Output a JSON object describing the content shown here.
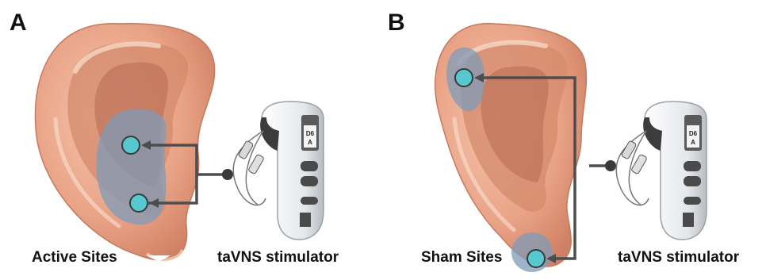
{
  "panel_a": {
    "letter": "A",
    "sites_label": "Active Sites",
    "device_label": "taVNS stimulator",
    "device_screen": [
      "D6",
      "A"
    ]
  },
  "panel_b": {
    "letter": "B",
    "sites_label": "Sham Sites",
    "device_label": "taVNS stimulator",
    "device_screen": [
      "D6",
      "A"
    ]
  },
  "colors": {
    "skin_outer": "#e9a386",
    "skin_inner": "#c97c62",
    "skin_light": "#f6d8c6",
    "region": "#7f9bb8",
    "electrode": "#55c9cf",
    "wire": "#4d4d4d",
    "device_body": "#eef0f2",
    "device_dark": "#3c3c3c"
  }
}
